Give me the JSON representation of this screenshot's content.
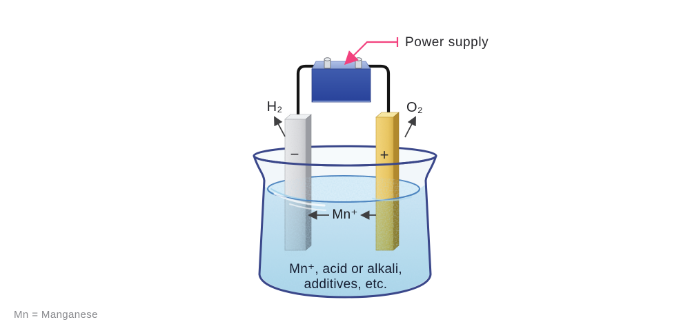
{
  "diagram": {
    "power_supply": {
      "label": "Power supply"
    },
    "gases": {
      "cathode": "H₂",
      "anode": "O₂"
    },
    "electrodes": {
      "cathode_sign": "−",
      "anode_sign": "+"
    },
    "solution": {
      "ion_label": "Mn⁺",
      "desc_line1": "Mn⁺, acid or alkali,",
      "desc_line2": "additives, etc."
    },
    "footnote": "Mn = Manganese",
    "colors": {
      "accent_pink": "#f2417e",
      "beaker_outline": "#3a478a",
      "liquid_surface_stroke": "#4f86c0",
      "liquid_fill": "#cfe9f6",
      "battery_front": "#30489f",
      "battery_top": "#9aaede",
      "electrode_gray": "#dcdde0",
      "electrode_gold": "#ecc967",
      "wire": "#141414",
      "arrow_dark": "#3f3f41"
    }
  }
}
